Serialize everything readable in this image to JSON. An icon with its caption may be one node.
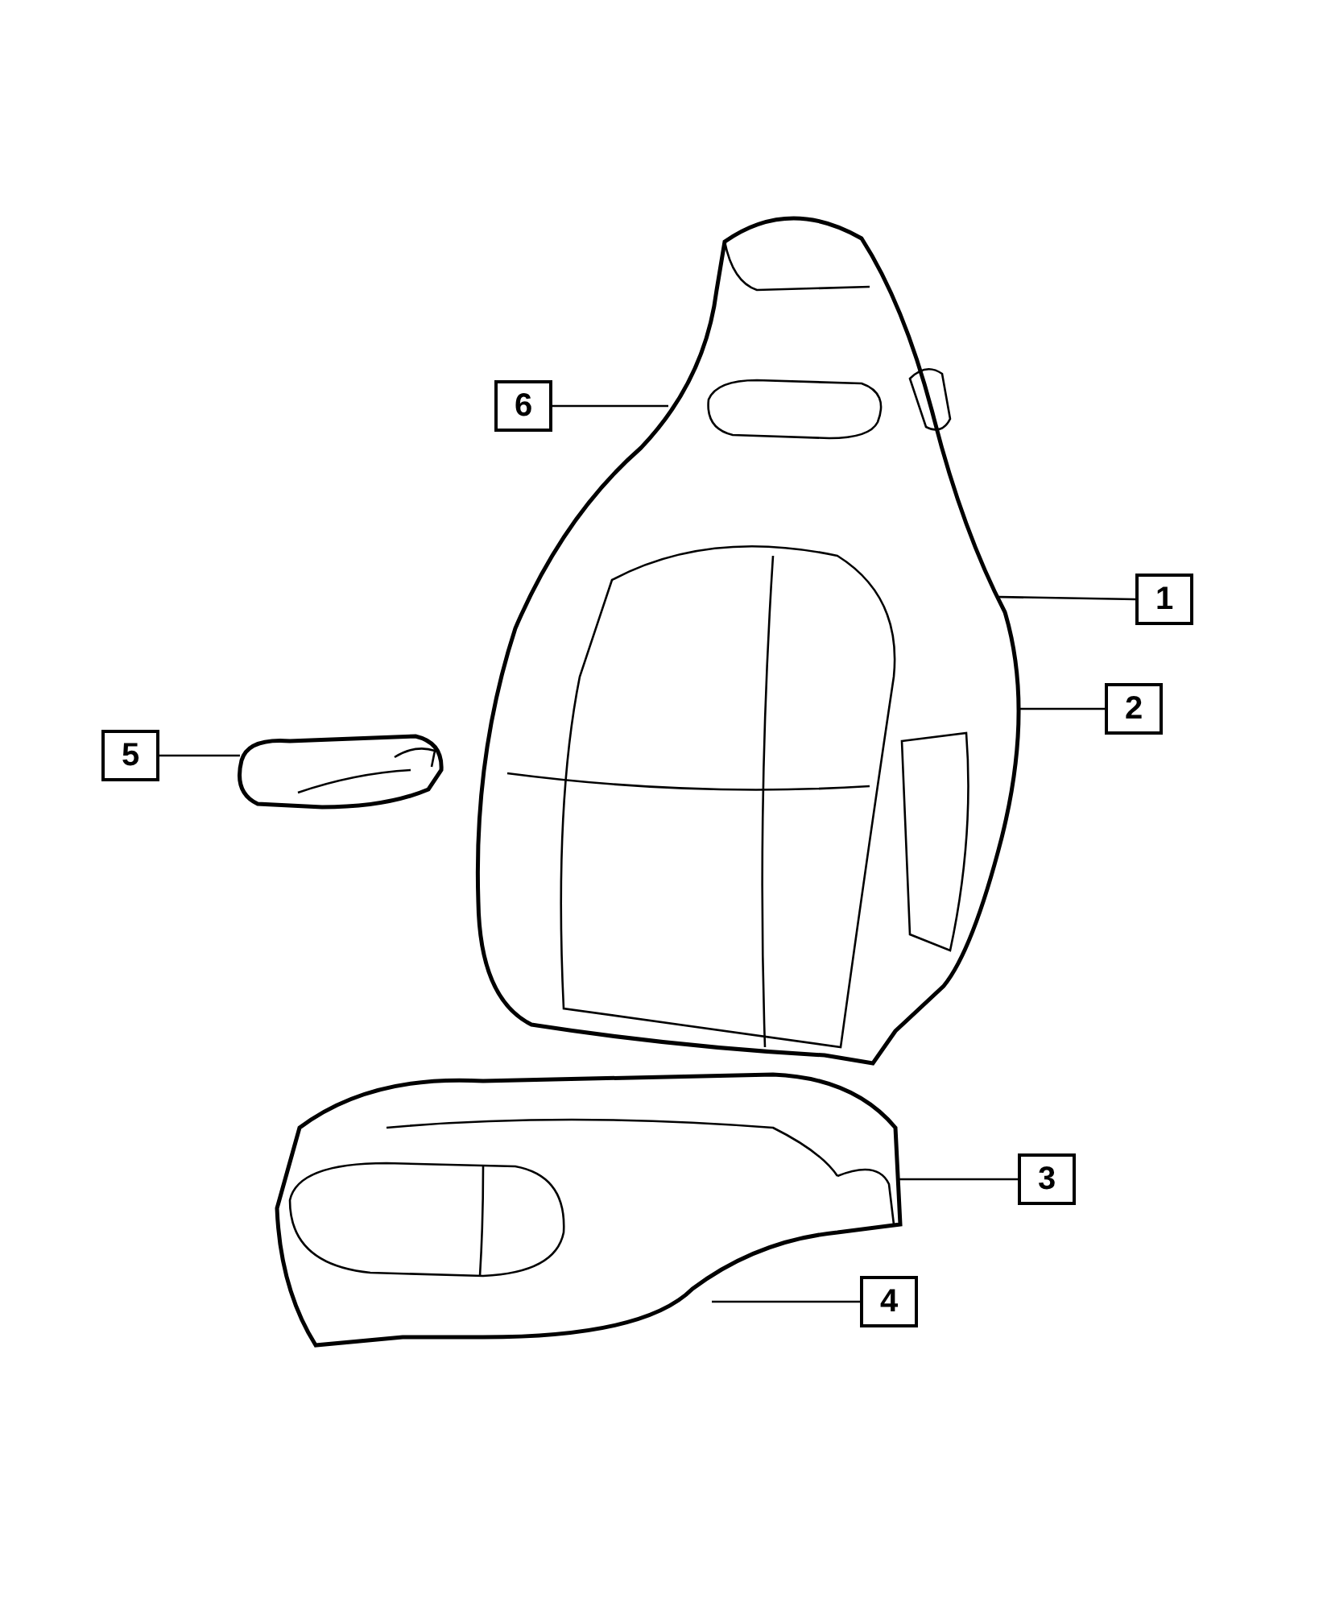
{
  "diagram": {
    "nodes": [
      {
        "text": [
          "6"
        ]
      },
      {
        "text": [
          "1"
        ]
      },
      {
        "text": [
          "2"
        ]
      },
      {
        "text": [
          "5"
        ]
      },
      {
        "text": [
          "3"
        ]
      },
      {
        "text": [
          "4"
        ]
      },
      {
        "text": [],
        "shape": "picture"
      },
      {
        "text": [],
        "shape": "picture"
      },
      {
        "text": [],
        "shape": "picture"
      }
    ],
    "edges": [
      {
        "from": 0,
        "to": 6,
        "arrow": "none"
      },
      {
        "from": 1,
        "to": 6,
        "arrow": "none"
      },
      {
        "from": 2,
        "to": 6,
        "arrow": "none"
      },
      {
        "from": 3,
        "to": 7,
        "arrow": "none"
      },
      {
        "from": 4,
        "to": 8,
        "arrow": "none"
      },
      {
        "from": 5,
        "to": 8,
        "arrow": "none"
      }
    ]
  }
}
